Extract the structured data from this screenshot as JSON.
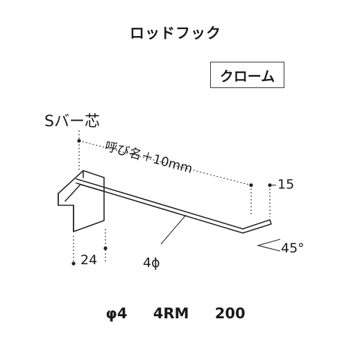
{
  "title": "ロッドフック",
  "finish": "クローム",
  "diagram": {
    "bar_core_label": "Sバー芯",
    "length_label": "呼び名＋10mm",
    "height_dim": "15",
    "width_dim": "24",
    "diameter_label": "4ϕ",
    "angle_label": "45°"
  },
  "footer": {
    "diameter": "φ4",
    "model": "4RM",
    "size": "200"
  }
}
